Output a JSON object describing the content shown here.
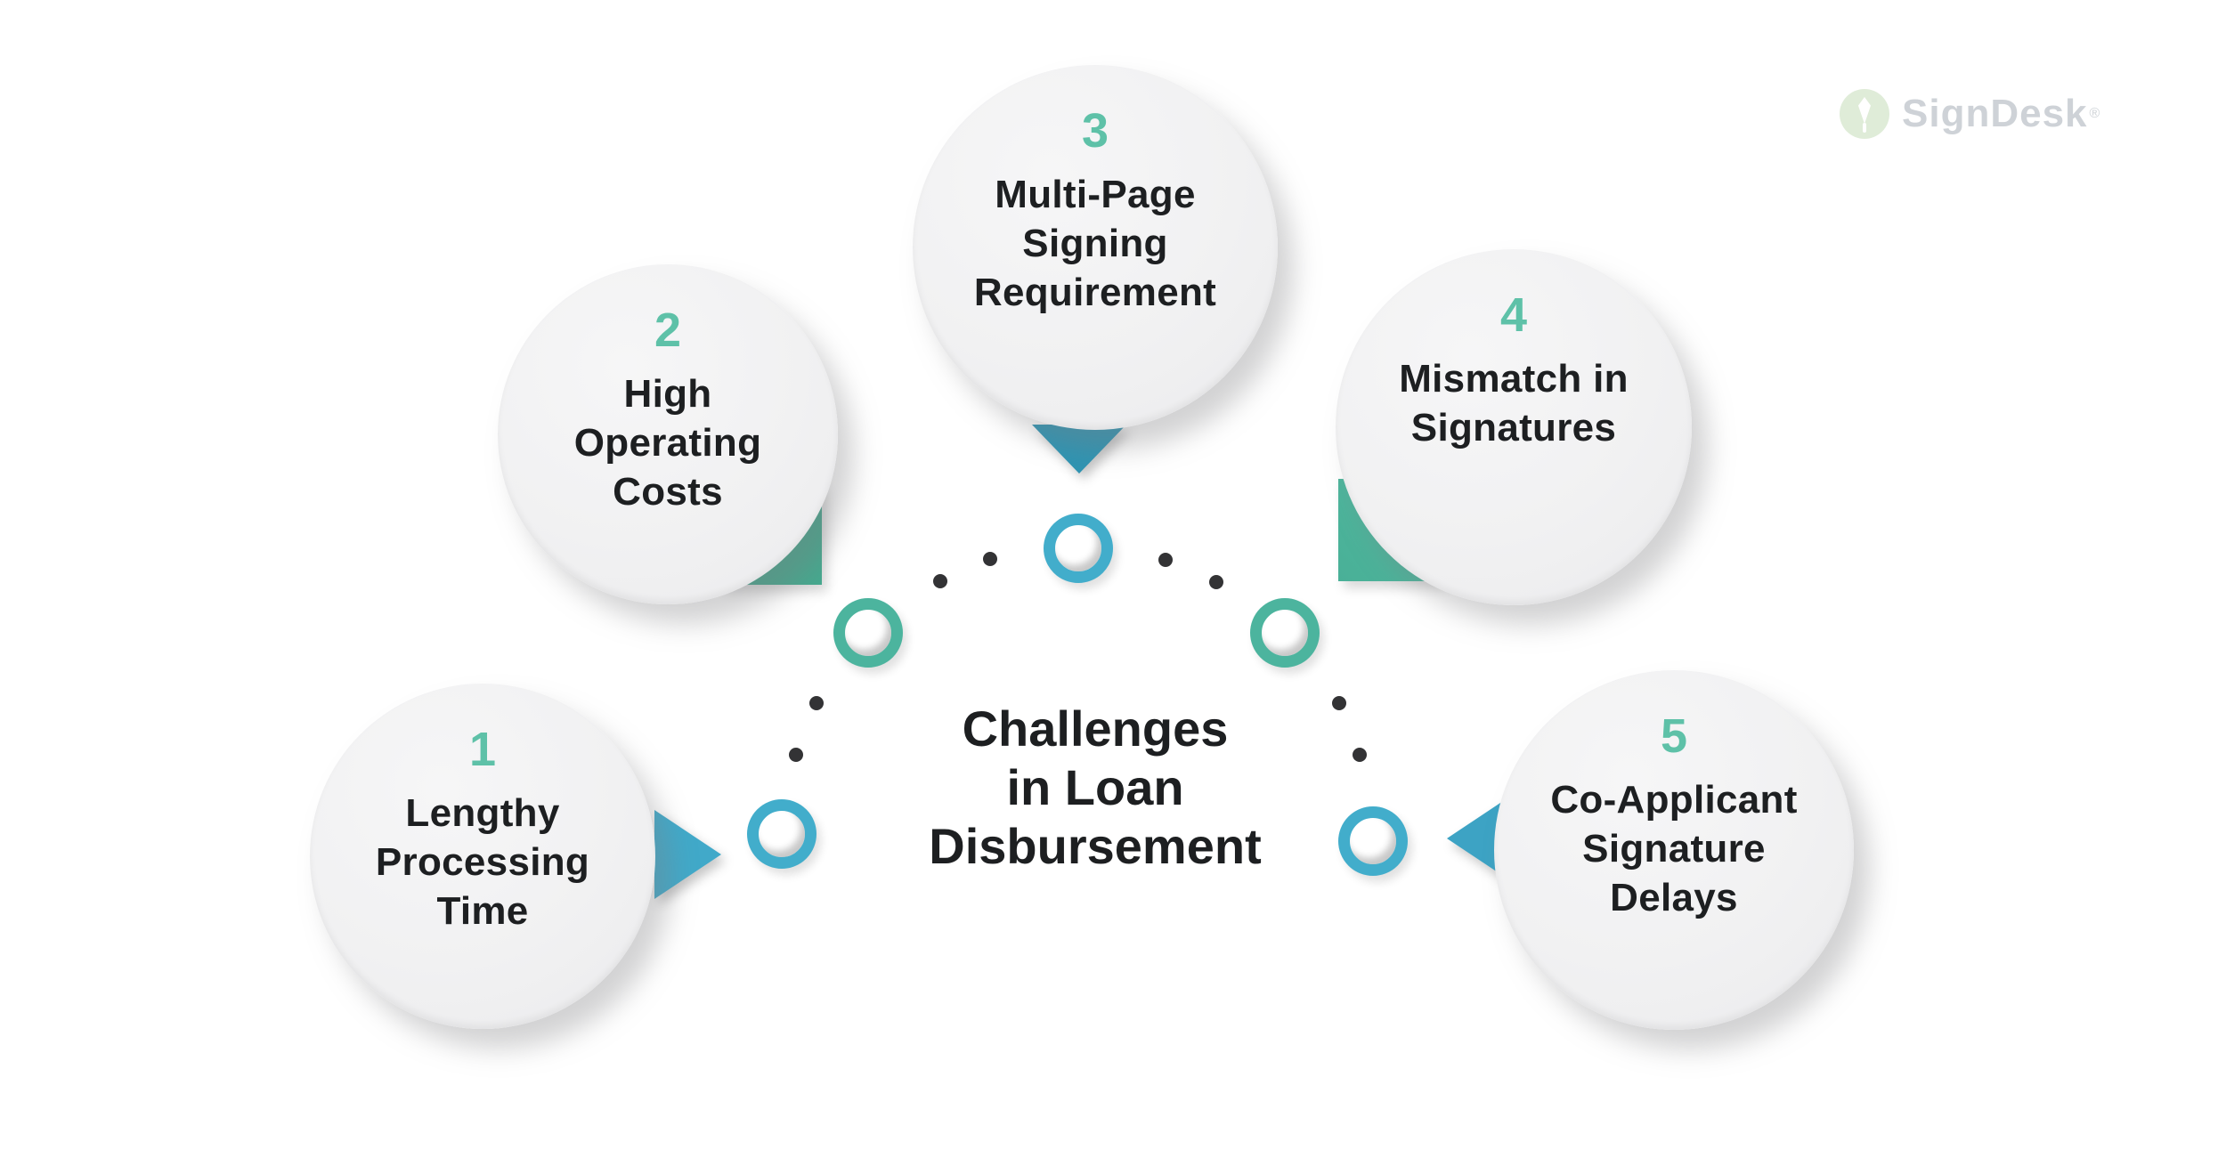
{
  "brand": {
    "name": "SignDesk",
    "registered_mark": "®",
    "icon": "pen-nib-icon"
  },
  "title": {
    "lines": [
      "Challenges",
      "in Loan",
      "Disbursement"
    ]
  },
  "items": [
    {
      "number": "1",
      "lines": [
        "Lengthy",
        "Processing",
        "Time"
      ]
    },
    {
      "number": "2",
      "lines": [
        "High",
        "Operating",
        "Costs"
      ]
    },
    {
      "number": "3",
      "lines": [
        "Multi-Page",
        "Signing",
        "Requirement"
      ]
    },
    {
      "number": "4",
      "lines": [
        "Mismatch in",
        "Signatures"
      ]
    },
    {
      "number": "5",
      "lines": [
        "Co-Applicant",
        "Signature",
        "Delays"
      ]
    }
  ],
  "colors": {
    "accent-teal": "#5ec1a8",
    "text-dark": "#1d1f21",
    "ring-blue": "#42adcb",
    "ring-green": "#4cb49e",
    "triangle-blue-1": "#41a9c9",
    "triangle-blue-3": "#2f94b2",
    "triangle-blue-5": "#3da3c4",
    "square-green-dark": "#3f9e85",
    "square-green-light": "#52b9a1",
    "dot-dark": "#333335",
    "bubble-gray": "#f1f1f2",
    "logo-gray": "#c9ced3",
    "logo-leaf": "#dcead4"
  }
}
